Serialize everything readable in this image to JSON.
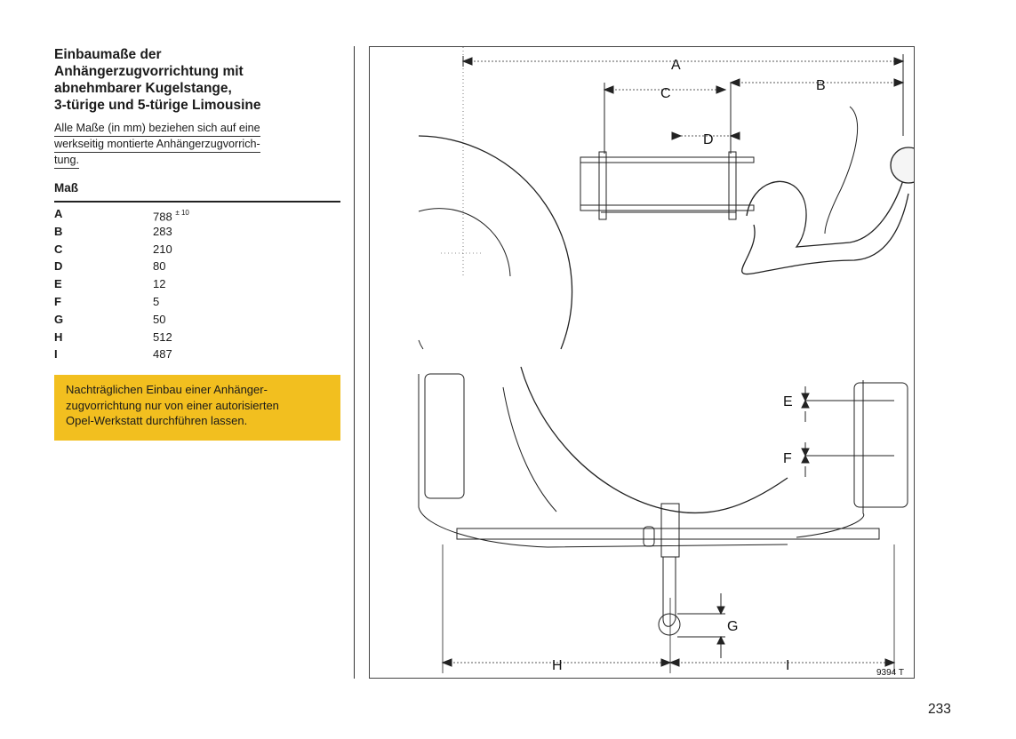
{
  "heading": {
    "line1": "Einbaumaße der",
    "line2": "Anhängerzugvorrichtung mit",
    "line3": "abnehmbarer Kugelstange,",
    "line4": "3-türige und 5-türige Limousine"
  },
  "intro": {
    "line1": "Alle Maße (in mm) beziehen sich auf eine",
    "line2": "werkseitig montierte Anhängerzugvorrich-",
    "line3": "tung."
  },
  "table": {
    "column_label": "Maß",
    "rows": [
      {
        "key": "A",
        "value": "788",
        "tolerance": "± 10"
      },
      {
        "key": "B",
        "value": "283"
      },
      {
        "key": "C",
        "value": "210"
      },
      {
        "key": "D",
        "value": "80"
      },
      {
        "key": "E",
        "value": "12"
      },
      {
        "key": "F",
        "value": "5"
      },
      {
        "key": "G",
        "value": "50"
      },
      {
        "key": "H",
        "value": "512"
      },
      {
        "key": "I",
        "value": "487"
      }
    ]
  },
  "note": {
    "line1": "Nachträglichen Einbau einer Anhänger-",
    "line2": "zugvorrichtung nur von einer autorisierten",
    "line3": "Opel-Werkstatt durchführen lassen.",
    "color": "#f2bf1f"
  },
  "figure": {
    "labels": {
      "A": "A",
      "B": "B",
      "C": "C",
      "D": "D",
      "E": "E",
      "F": "F",
      "G": "G",
      "H": "H",
      "I": "I"
    },
    "code": "9394 T"
  },
  "page_number": "233"
}
